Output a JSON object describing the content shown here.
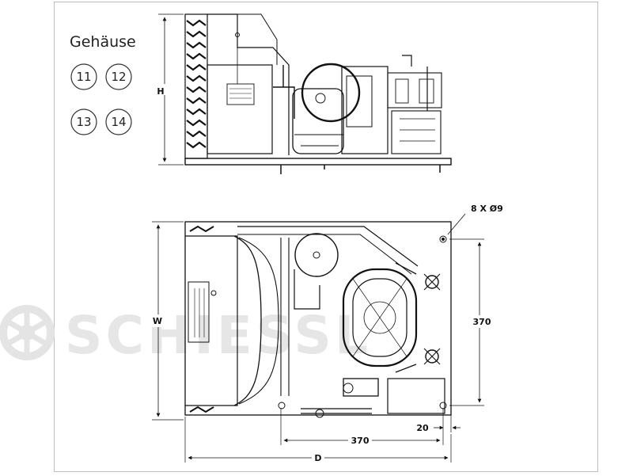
{
  "legend": {
    "title": "Gehäuse",
    "housings": [
      "11",
      "12",
      "13",
      "14"
    ]
  },
  "dimensions": {
    "height_label": "H",
    "width_label": "W",
    "depth_label": "D",
    "hole_spec": "8 X Ø9",
    "vertical_span": "370",
    "horizontal_span": "370",
    "edge_offset": "20"
  },
  "watermark": {
    "text": "SCHIESSL",
    "icon": "snowflake-logo-icon"
  },
  "colors": {
    "line": "#111111",
    "watermark": "#e6e6e6",
    "frame": "#bdbdbd"
  }
}
